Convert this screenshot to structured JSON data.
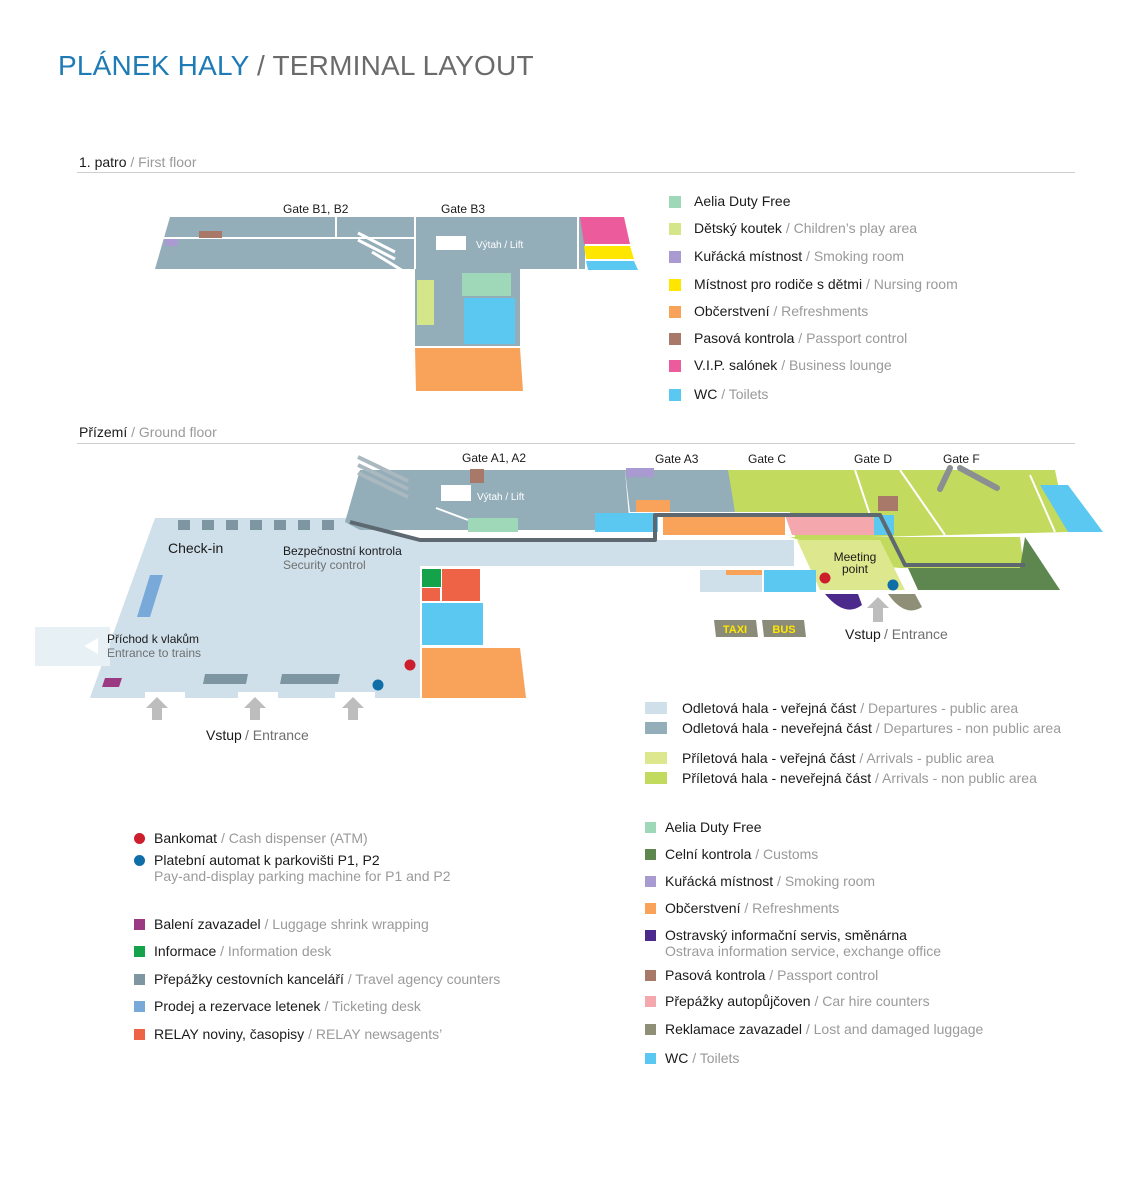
{
  "header": {
    "title_cz": "PLÁNEK HALY",
    "title_en": "/ TERMINAL LAYOUT"
  },
  "first_floor": {
    "heading_cz": "1. patro",
    "heading_en": "/ First floor",
    "labels": {
      "gate_b12": "Gate B1, B2",
      "gate_b3": "Gate B3",
      "lift": "Výtah / Lift"
    },
    "legend": [
      {
        "cz": "Aelia Duty Free",
        "en": "",
        "color": "#9fd8b8"
      },
      {
        "cz": "Dětský koutek",
        "en": "/ Children’s play area",
        "color": "#d4e58a"
      },
      {
        "cz": "Kuřácká místnost",
        "en": "/ Smoking room",
        "color": "#a99bd1"
      },
      {
        "cz": "Místnost pro rodiče s dětmi",
        "en": "/ Nursing room",
        "color": "#ffe600"
      },
      {
        "cz": "Občerstvení",
        "en": "/ Refreshments",
        "color": "#f8a25a"
      },
      {
        "cz": "Pasová kontrola",
        "en": "/ Passport control",
        "color": "#a87868"
      },
      {
        "cz": "V.I.P. salónek",
        "en": "/ Business lounge",
        "color": "#ec5c9c"
      },
      {
        "cz": "WC",
        "en": "/ Toilets",
        "color": "#5bc8f2"
      }
    ]
  },
  "ground_floor": {
    "heading_cz": "Přízemí",
    "heading_en": "/ Ground floor",
    "labels": {
      "gate_a12": "Gate A1, A2",
      "gate_a3": "Gate A3",
      "gate_c": "Gate C",
      "gate_d": "Gate D",
      "gate_f": "Gate F",
      "lift": "Výtah / Lift",
      "checkin": "Check-in",
      "security_cz": "Bezpečnostní kontrola",
      "security_en": "Security control",
      "trains_cz": "Příchod k vlakům",
      "trains_en": "Entrance to trains",
      "meeting_1": "Meeting",
      "meeting_2": "point",
      "taxi": "TAXI",
      "bus": "BUS",
      "entrance_right_cz": "Vstup",
      "entrance_right_en": "/ Entrance",
      "entrance_bottom_cz": "Vstup",
      "entrance_bottom_en": "/ Entrance"
    },
    "area_legend": [
      {
        "cz": "Odletová hala - veřejná část",
        "en": "/ Departures - public area",
        "color": "#cfe0ea"
      },
      {
        "cz": "Odletová hala - neveřejná část",
        "en": "/ Departures - non public area",
        "color": "#93adb9"
      },
      {
        "cz": "Příletová hala - veřejná část",
        "en": "/ Arrivals - public area",
        "color": "#dde88e"
      },
      {
        "cz": "Příletová hala - neveřejná část",
        "en": "/ Arrivals - non public area",
        "color": "#c2da5e"
      }
    ],
    "services_left": [
      {
        "cz": "Bankomat",
        "en": "/ Cash dispenser (ATM)",
        "color": "#cc1e2d",
        "shape": "dot"
      },
      {
        "cz": "Platební automat k parkovišti P1, P2",
        "en2": "Pay-and-display parking machine for P1 and P2",
        "color": "#0f6ea8",
        "shape": "dot"
      },
      {
        "cz": "Balení zavazadel",
        "en": "/ Luggage shrink wrapping",
        "color": "#9b3a82",
        "shape": "square"
      },
      {
        "cz": "Informace",
        "en": "/ Information desk",
        "color": "#14a24a",
        "shape": "square"
      },
      {
        "cz": "Přepážky cestovních kanceláří",
        "en": "/ Travel agency counters",
        "color": "#7d96a2",
        "shape": "square"
      },
      {
        "cz": "Prodej a rezervace letenek",
        "en": "/ Ticketing desk",
        "color": "#78a9d8",
        "shape": "square"
      },
      {
        "cz": "RELAY noviny, časopisy",
        "en": "/ RELAY newsagents’",
        "color": "#ee6346",
        "shape": "square"
      }
    ],
    "services_right": [
      {
        "cz": "Aelia Duty Free",
        "en": "",
        "color": "#9fd8b8"
      },
      {
        "cz": "Celní kontrola",
        "en": "/ Customs",
        "color": "#5e8750"
      },
      {
        "cz": "Kuřácká místnost",
        "en": "/ Smoking room",
        "color": "#a99bd1"
      },
      {
        "cz": "Občerstvení",
        "en": "/ Refreshments",
        "color": "#f8a25a"
      },
      {
        "cz": "Ostravský informační servis, směnárna",
        "en2": "Ostrava information service, exchange office",
        "color": "#4b2a8c"
      },
      {
        "cz": "Pasová kontrola",
        "en": "/ Passport control",
        "color": "#a87868"
      },
      {
        "cz": "Přepážky autopůjčoven",
        "en": "/ Car hire counters",
        "color": "#f4a7ad"
      },
      {
        "cz": "Reklamace zavazadel",
        "en": "/ Lost and damaged luggage",
        "color": "#8e8f76"
      },
      {
        "cz": "WC",
        "en": "/ Toilets",
        "color": "#5bc8f2"
      }
    ]
  }
}
